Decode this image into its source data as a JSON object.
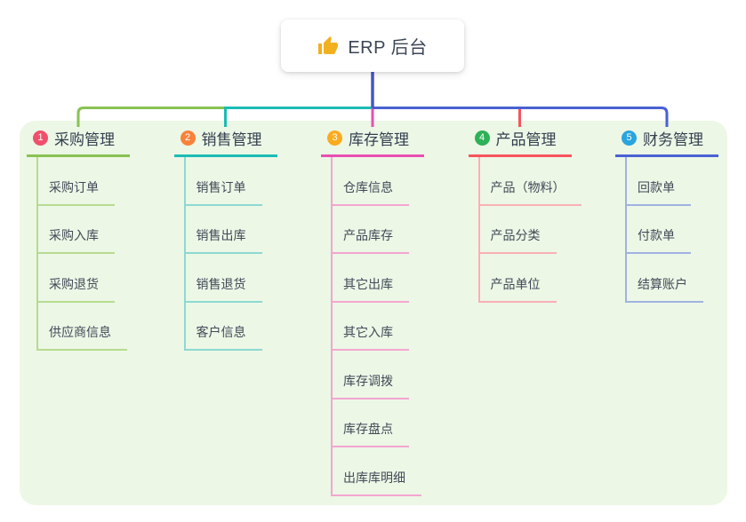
{
  "root": {
    "label": "ERP 后台",
    "icon": "thumbs-up-icon",
    "icon_color": "#f2b01e",
    "line_color": "#4457c8"
  },
  "canvas": {
    "page_bg": "#ffffff",
    "panel_bg": "#ecf7e6"
  },
  "branches": [
    {
      "index": "1",
      "label": "采购管理",
      "badge_color": "#f0506b",
      "line_color": "#8ac253",
      "child_line_color": "#b7db90",
      "children": [
        "采购订单",
        "采购入库",
        "采购退货",
        "供应商信息"
      ]
    },
    {
      "index": "2",
      "label": "销售管理",
      "badge_color": "#f8823c",
      "line_color": "#1cbcb4",
      "child_line_color": "#8cd9d2",
      "children": [
        "销售订单",
        "销售出库",
        "销售退货",
        "客户信息"
      ]
    },
    {
      "index": "3",
      "label": "库存管理",
      "badge_color": "#fbab1e",
      "line_color": "#e94fb3",
      "child_line_color": "#f3a6d0",
      "children": [
        "仓库信息",
        "产品库存",
        "其它出库",
        "其它入库",
        "库存调拨",
        "库存盘点",
        "出库库明细"
      ]
    },
    {
      "index": "4",
      "label": "产品管理",
      "badge_color": "#2eb157",
      "line_color": "#f6555e",
      "child_line_color": "#f9b0b4",
      "children": [
        "产品（物料）",
        "产品分类",
        "产品单位"
      ]
    },
    {
      "index": "5",
      "label": "财务管理",
      "badge_color": "#2aa4dd",
      "line_color": "#4961d2",
      "child_line_color": "#9fb2e2",
      "children": [
        "回款单",
        "付款单",
        "结算账户"
      ]
    }
  ]
}
